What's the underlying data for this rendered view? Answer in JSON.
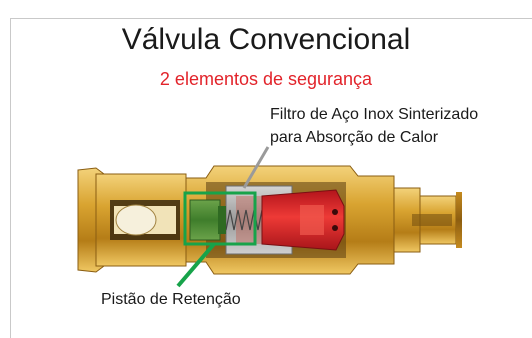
{
  "slide": {
    "title": "Válvula Convencional",
    "subtitle": "2 elementos de segurança"
  },
  "labels": {
    "filter_line1": "Filtro de Aço Inox Sinterizado",
    "filter_line2": "para Absorção de Calor",
    "piston": "Pistão de Retenção"
  },
  "colors": {
    "title_text": "#1a1a1a",
    "subtitle_text": "#e2232a",
    "brass": "#d9a431",
    "highlight_box": "#17a34a",
    "piston_red": "#d8232a",
    "filter_gray": "#a8a8a8"
  }
}
